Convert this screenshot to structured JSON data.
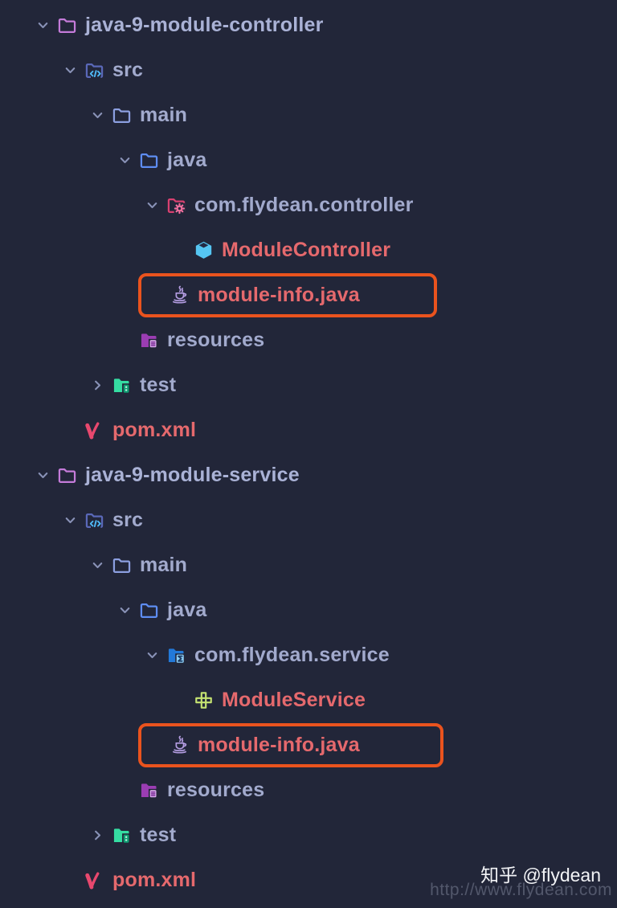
{
  "theme": {
    "background": "#222639",
    "highlight_border": "#ea531e",
    "folder_label_color": "#a2aacd",
    "root_label_color": "#aab2d6",
    "file_label_color": "#e5696d",
    "chevron_color": "#8a93b8"
  },
  "tree": {
    "rows": [
      {
        "label": "java-9-module-controller",
        "icon": "project-folder-icon",
        "chevron": "down",
        "level": 0,
        "kind": "root-folder",
        "highlighted": false
      },
      {
        "label": "src",
        "icon": "src-folder-icon",
        "chevron": "down",
        "level": 1,
        "kind": "folder",
        "highlighted": false
      },
      {
        "label": "main",
        "icon": "folder-icon",
        "chevron": "down",
        "level": 2,
        "kind": "folder",
        "highlighted": false
      },
      {
        "label": "java",
        "icon": "java-sources-folder-icon",
        "chevron": "down",
        "level": 3,
        "kind": "folder",
        "highlighted": false
      },
      {
        "label": "com.flydean.controller",
        "icon": "controller-package-folder-icon",
        "chevron": "down",
        "level": 4,
        "kind": "package",
        "highlighted": false
      },
      {
        "label": "ModuleController",
        "icon": "class-cube-icon",
        "chevron": "none",
        "level": 5,
        "kind": "file",
        "highlighted": false
      },
      {
        "label": "module-info.java",
        "icon": "java-file-icon",
        "chevron": "none",
        "level": 4,
        "kind": "file",
        "highlighted": true
      },
      {
        "label": "resources",
        "icon": "resources-folder-icon",
        "chevron": "none",
        "level": 3,
        "kind": "folder",
        "highlighted": false
      },
      {
        "label": "test",
        "icon": "test-folder-icon",
        "chevron": "right",
        "level": 2,
        "kind": "folder",
        "highlighted": false
      },
      {
        "label": "pom.xml",
        "icon": "maven-pom-icon",
        "chevron": "none",
        "level": 1,
        "kind": "file",
        "highlighted": false
      },
      {
        "label": "java-9-module-service",
        "icon": "project-folder-icon",
        "chevron": "down",
        "level": 0,
        "kind": "root-folder",
        "highlighted": false
      },
      {
        "label": "src",
        "icon": "src-folder-icon",
        "chevron": "down",
        "level": 1,
        "kind": "folder",
        "highlighted": false
      },
      {
        "label": "main",
        "icon": "folder-icon",
        "chevron": "down",
        "level": 2,
        "kind": "folder",
        "highlighted": false
      },
      {
        "label": "java",
        "icon": "java-sources-folder-icon",
        "chevron": "down",
        "level": 3,
        "kind": "folder",
        "highlighted": false
      },
      {
        "label": "com.flydean.service",
        "icon": "service-package-folder-icon",
        "chevron": "down",
        "level": 4,
        "kind": "package",
        "highlighted": false
      },
      {
        "label": "ModuleService",
        "icon": "service-plus-icon",
        "chevron": "none",
        "level": 5,
        "kind": "file",
        "highlighted": false
      },
      {
        "label": "module-info.java",
        "icon": "java-file-icon",
        "chevron": "none",
        "level": 4,
        "kind": "file",
        "highlighted": true
      },
      {
        "label": "resources",
        "icon": "resources-folder-icon",
        "chevron": "none",
        "level": 3,
        "kind": "folder",
        "highlighted": false
      },
      {
        "label": "test",
        "icon": "test-folder-icon",
        "chevron": "right",
        "level": 2,
        "kind": "folder",
        "highlighted": false
      },
      {
        "label": "pom.xml",
        "icon": "maven-pom-icon",
        "chevron": "none",
        "level": 1,
        "kind": "file",
        "highlighted": false
      }
    ]
  },
  "watermark": {
    "handle": "知乎 @flydean",
    "url": "http://www.flydean.com"
  }
}
